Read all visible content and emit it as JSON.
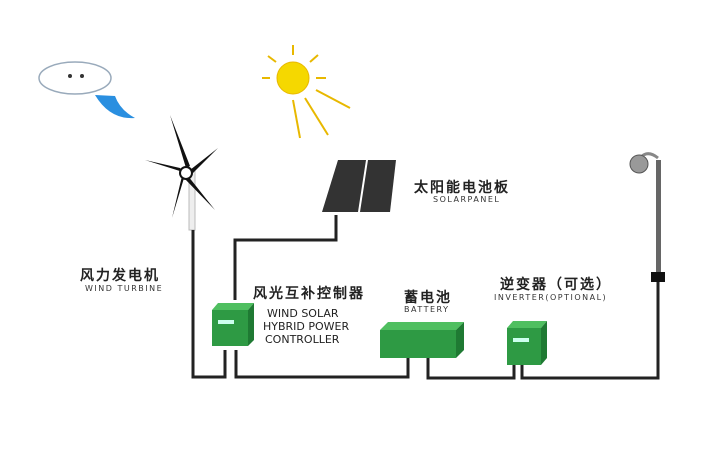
{
  "solar": {
    "zh": "太阳能电池板",
    "en": "SOLARPANEL"
  },
  "wind": {
    "zh": "风力发电机",
    "en": "WIND TURBINE"
  },
  "controller": {
    "zh": "风光互补控制器",
    "en1": "WIND SOLAR",
    "en2": "HYBRID POWER",
    "en3": "CONTROLLER"
  },
  "battery": {
    "zh": "蓄电池",
    "en": "BATTERY"
  },
  "inverter": {
    "zh": "逆变器（可选）",
    "en": "INVERTER(OPTIONAL)"
  },
  "colors": {
    "green": "#2e9a44",
    "wire": "#222222",
    "sun": "#f5d800"
  }
}
